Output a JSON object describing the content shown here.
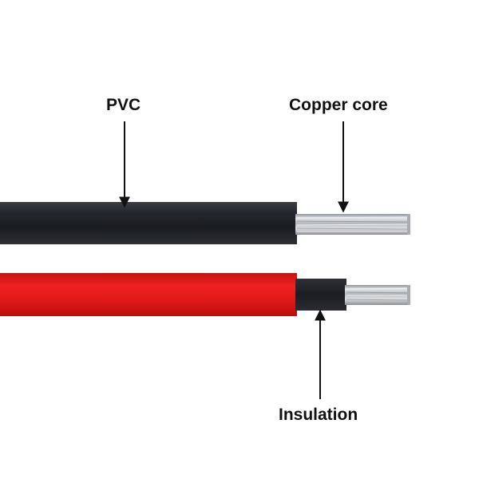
{
  "labels": {
    "pvc": "PVC",
    "copper_core": "Copper core",
    "insulation": "Insulation"
  },
  "colors": {
    "pvc_sheath": "#1c1f24",
    "red_sheath": "#e01a1a",
    "insulation": "#202226",
    "copper_core": "#c9ccd1",
    "arrow": "#111111",
    "background": "#ffffff"
  }
}
